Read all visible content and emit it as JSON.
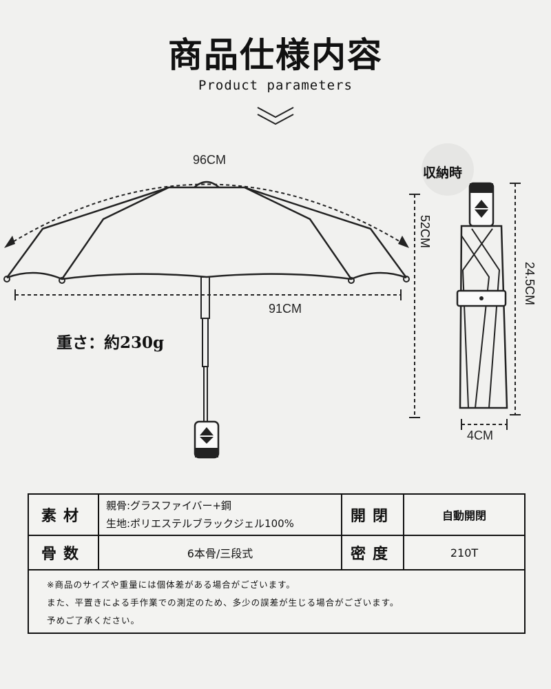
{
  "header": {
    "title": "商品仕様内容",
    "subtitle": "Product parameters"
  },
  "dimensions": {
    "arc_width": "96CM",
    "straight_width": "91CM",
    "height_open": "52CM",
    "folded_length": "24.5CM",
    "folded_width": "4CM"
  },
  "weight": "重さ：約230g",
  "storage_label": "収納時",
  "spec_table": {
    "material_label": "素材",
    "material_lines": [
      "親骨:グラスファイバー+鋼",
      "生地:ポリエステルブラックジェル100%"
    ],
    "open_close_label": "開閉",
    "open_close_value": "自動開閉",
    "ribs_label": "骨数",
    "ribs_value": "6本骨/三段式",
    "density_label": "密度",
    "density_value": "210T",
    "notes": [
      "※商品のサイズや重量には個体差がある場合がございます。",
      "また、平置きによる手作業での測定のため、多少の誤差が生じる場合がございます。",
      "予めご了承ください。"
    ]
  },
  "colors": {
    "line": "#111111",
    "background": "#f1f1ef"
  },
  "icons": [
    "chevron-down-icon",
    "open-umbrella-icon",
    "folded-umbrella-icon"
  ]
}
